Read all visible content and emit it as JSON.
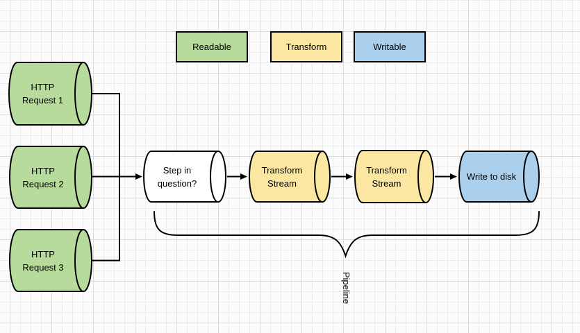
{
  "legend": {
    "items": [
      {
        "id": "readable",
        "label": "Readable",
        "color": "#b7db9c"
      },
      {
        "id": "transform",
        "label": "Transform",
        "color": "#fbe7a1"
      },
      {
        "id": "writable",
        "label": "Writable",
        "color": "#aad0ed"
      }
    ]
  },
  "nodes": [
    {
      "id": "http-request-1",
      "type": "readable",
      "shape": "horizontal-cylinder",
      "color": "#b7db9c",
      "lines": [
        "HTTP",
        "Request 1"
      ]
    },
    {
      "id": "http-request-2",
      "type": "readable",
      "shape": "horizontal-cylinder",
      "color": "#b7db9c",
      "lines": [
        "HTTP",
        "Request 2"
      ]
    },
    {
      "id": "http-request-3",
      "type": "readable",
      "shape": "horizontal-cylinder",
      "color": "#b7db9c",
      "lines": [
        "HTTP",
        "Request 3"
      ]
    },
    {
      "id": "step-in-question",
      "type": "unknown",
      "shape": "horizontal-cylinder",
      "color": "#ffffff",
      "lines": [
        "Step in",
        "question?"
      ]
    },
    {
      "id": "transform-stream-1",
      "type": "transform",
      "shape": "horizontal-cylinder",
      "color": "#fbe7a1",
      "lines": [
        "Transform",
        "Stream"
      ]
    },
    {
      "id": "transform-stream-2",
      "type": "transform",
      "shape": "horizontal-cylinder",
      "color": "#fbe7a1",
      "lines": [
        "Transform",
        "Stream"
      ]
    },
    {
      "id": "write-to-disk",
      "type": "writable",
      "shape": "horizontal-cylinder",
      "color": "#aad0ed",
      "lines": [
        "Write to disk"
      ]
    }
  ],
  "edges": [
    {
      "from": "http-request-1",
      "to": "step-in-question"
    },
    {
      "from": "http-request-2",
      "to": "step-in-question"
    },
    {
      "from": "http-request-3",
      "to": "step-in-question"
    },
    {
      "from": "step-in-question",
      "to": "transform-stream-1"
    },
    {
      "from": "transform-stream-1",
      "to": "transform-stream-2"
    },
    {
      "from": "transform-stream-2",
      "to": "write-to-disk"
    }
  ],
  "brace": {
    "label": "Pipeline",
    "spans_from": "step-in-question",
    "spans_to": "write-to-disk"
  },
  "colors": {
    "stroke": "#000000",
    "background": "#fcfcfc",
    "grid_minor": "#ececec",
    "grid_major": "#dcdcdc"
  }
}
